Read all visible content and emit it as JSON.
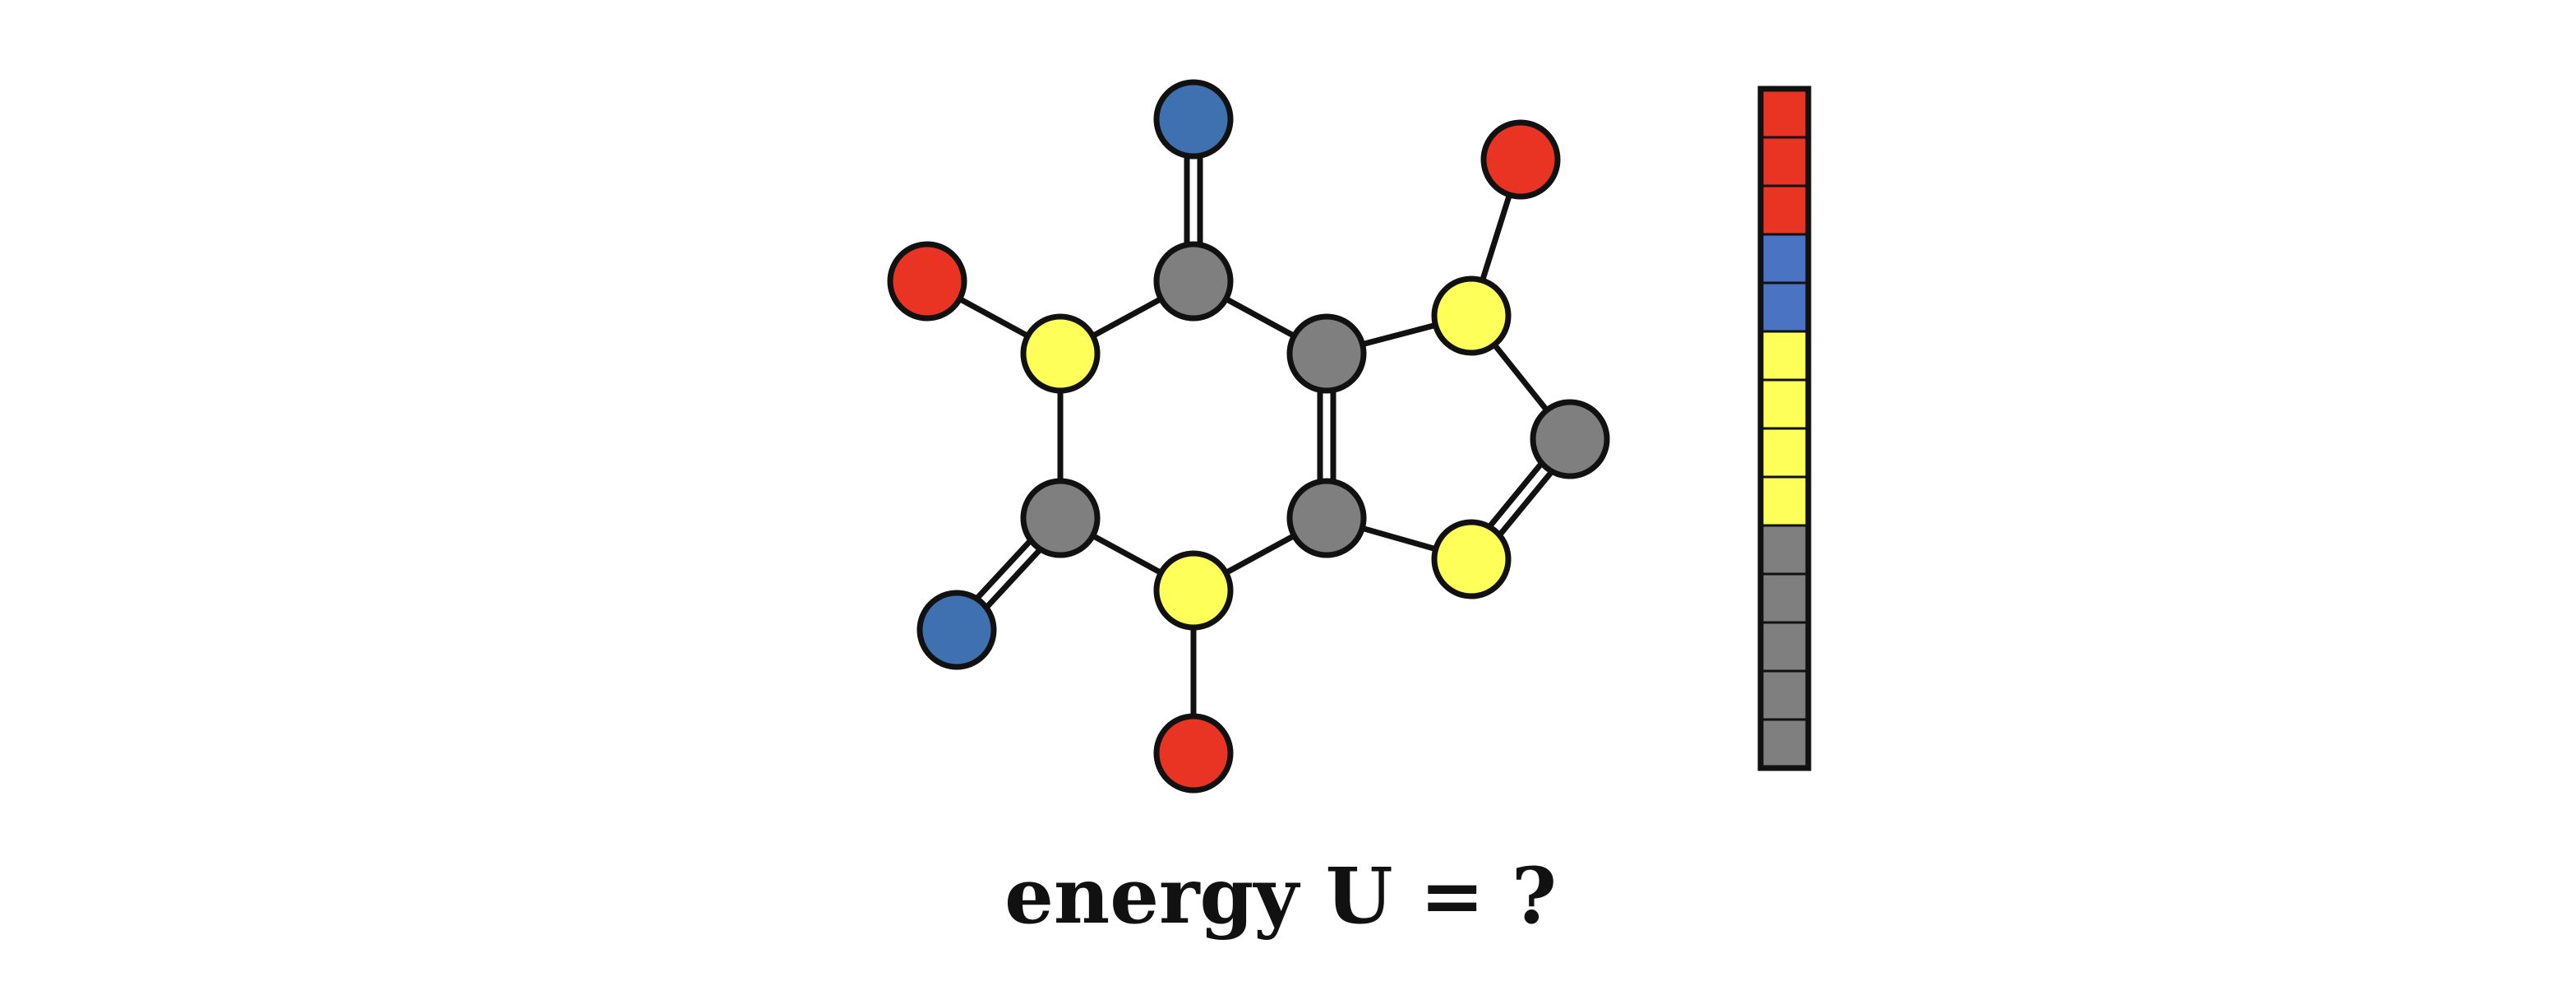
{
  "colors": {
    "background": "#ffffff",
    "stroke": "#111111",
    "atom_gray": "#7f7f7f",
    "atom_yellow": "#ffff5a",
    "atom_red": "#e93323",
    "atom_blue": "#3f71b1",
    "strip_red": "#e93323",
    "strip_blue": "#4a73c3",
    "strip_yellow": "#ffff5a",
    "strip_gray": "#7f7f7f"
  },
  "molecule": {
    "atoms": [
      {
        "id": "a1",
        "kind": "gray"
      },
      {
        "id": "a2",
        "kind": "gray"
      },
      {
        "id": "a3",
        "kind": "gray"
      },
      {
        "id": "a4",
        "kind": "gray"
      },
      {
        "id": "a5",
        "kind": "gray"
      },
      {
        "id": "a6",
        "kind": "yellow"
      },
      {
        "id": "a7",
        "kind": "yellow"
      },
      {
        "id": "a8",
        "kind": "yellow"
      },
      {
        "id": "a9",
        "kind": "yellow"
      },
      {
        "id": "a10",
        "kind": "blue"
      },
      {
        "id": "a11",
        "kind": "blue"
      },
      {
        "id": "a12",
        "kind": "red"
      },
      {
        "id": "a13",
        "kind": "red"
      },
      {
        "id": "a14",
        "kind": "red"
      }
    ],
    "bonds": [
      {
        "from": "a1",
        "to": "a10",
        "order": 2
      },
      {
        "from": "a1",
        "to": "a6",
        "order": 1
      },
      {
        "from": "a1",
        "to": "a2",
        "order": 1
      },
      {
        "from": "a6",
        "to": "a12",
        "order": 1
      },
      {
        "from": "a6",
        "to": "a4",
        "order": 1
      },
      {
        "from": "a4",
        "to": "a11",
        "order": 2
      },
      {
        "from": "a4",
        "to": "a7",
        "order": 1
      },
      {
        "from": "a7",
        "to": "a14",
        "order": 1
      },
      {
        "from": "a7",
        "to": "a3",
        "order": 1
      },
      {
        "from": "a2",
        "to": "a3",
        "order": 2
      },
      {
        "from": "a2",
        "to": "a8",
        "order": 1
      },
      {
        "from": "a8",
        "to": "a13",
        "order": 1
      },
      {
        "from": "a8",
        "to": "a5",
        "order": 1
      },
      {
        "from": "a5",
        "to": "a9",
        "order": 2
      },
      {
        "from": "a9",
        "to": "a3",
        "order": 1
      }
    ]
  },
  "strip": {
    "cells": [
      "red",
      "red",
      "red",
      "blue",
      "blue",
      "yellow",
      "yellow",
      "yellow",
      "yellow",
      "gray",
      "gray",
      "gray",
      "gray",
      "gray"
    ]
  },
  "caption": "energy U = ?"
}
